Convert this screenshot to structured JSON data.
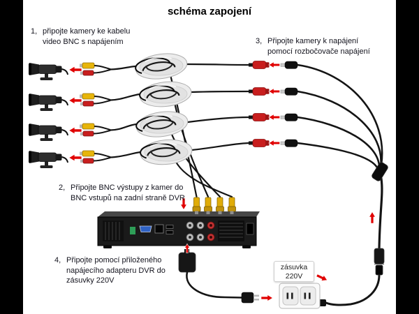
{
  "title": "schéma zapojení",
  "steps": [
    {
      "num": "1,",
      "lines": [
        "připojte kamery ke kabelu",
        "video BNC s napájením"
      ]
    },
    {
      "num": "2,",
      "lines": [
        "Připojte BNC výstupy z kamer do",
        "BNC vstupů na zadní straně DVR"
      ]
    },
    {
      "num": "3,",
      "lines": [
        "Připojte kamery k napájení",
        "pomocí rozbočovače napájení"
      ]
    },
    {
      "num": "4,",
      "lines": [
        "Připojte pomocí přiloženého",
        "napájecího adapteru DVR do",
        "zásuvky 220V"
      ]
    }
  ],
  "outlet_label": {
    "line1": "zásuvka",
    "line2": "220V"
  },
  "colors": {
    "letterbox": "#000000",
    "canvas": "#ffffff",
    "arrow_red": "#e00000",
    "bnc_yellow": "#e0ac08",
    "power_red": "#c81e1e",
    "cable_black": "#141414"
  },
  "icons": {
    "camera": "cctv-bullet-camera-icon",
    "coil": "coiled-cable-bundle-icon",
    "bnc_pair": "bnc-and-power-pigtail-icon",
    "power_jack": "dc-power-jack-icon",
    "power_plug": "dc-power-plug-icon",
    "splitter": "power-splitter-junction-icon",
    "dvr": "dvr-recorder-icon",
    "adapter": "power-adapter-icon",
    "wall_plug": "mains-plug-icon",
    "outlet": "wall-outlet-icon",
    "arrow": "red-direction-arrow-icon"
  }
}
